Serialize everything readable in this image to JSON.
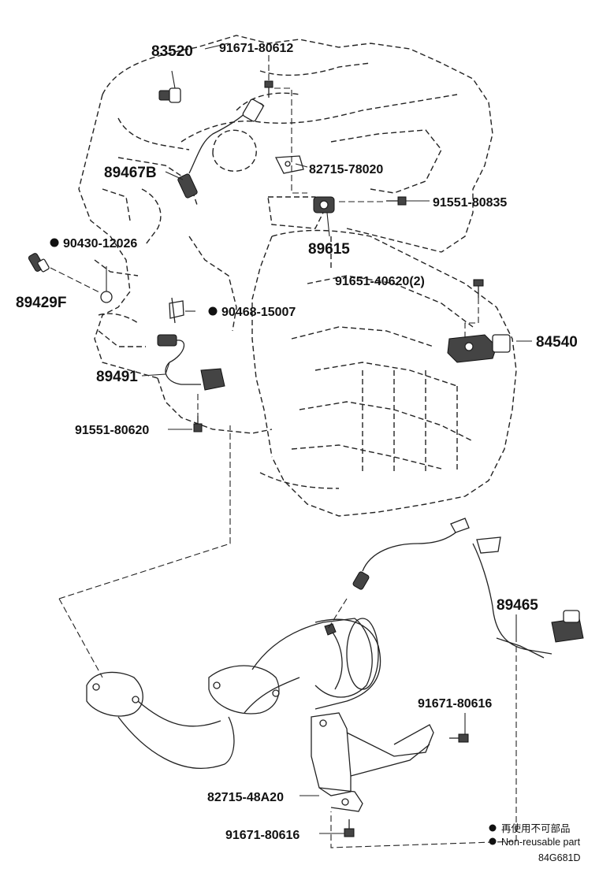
{
  "labels": {
    "p83520": "83520",
    "p91671_80612": "91671-80612",
    "p89467B": "89467B",
    "p82715_78020": "82715-78020",
    "p91551_80835": "91551-80835",
    "p90430_12026": "90430-12026",
    "p89615": "89615",
    "p89429F": "89429F",
    "p91651_40620": "91651-40620(2)",
    "p90468_15007": "90468-15007",
    "p84540": "84540",
    "p89491": "89491",
    "p91551_80620": "91551-80620",
    "p89465": "89465",
    "p91671_80616a": "91671-80616",
    "p82715_48A20": "82715-48A20",
    "p91671_80616b": "91671-80616"
  },
  "legend": {
    "ja": "再使用不可部品",
    "en": "Non-reusable part"
  },
  "drawing_code": "84G681D",
  "icons": [
    "non-reusable-dot-icon"
  ]
}
